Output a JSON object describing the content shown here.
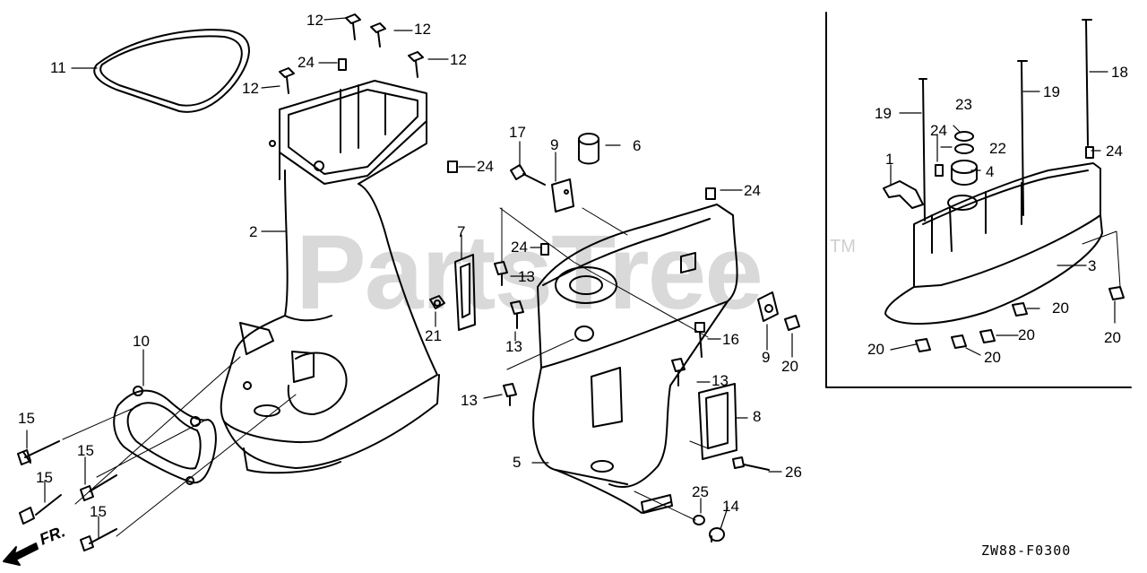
{
  "watermark": {
    "text": "PartsTree",
    "tm": "TM"
  },
  "drawing_number": "ZW88-F0300",
  "front_marker": "FR.",
  "callouts": [
    {
      "id": "c11",
      "text": "11"
    },
    {
      "id": "c12a",
      "text": "12"
    },
    {
      "id": "c12b",
      "text": "12"
    },
    {
      "id": "c12c",
      "text": "12"
    },
    {
      "id": "c12d",
      "text": "12"
    },
    {
      "id": "c24a",
      "text": "24"
    },
    {
      "id": "c24b",
      "text": "24"
    },
    {
      "id": "c2",
      "text": "2"
    },
    {
      "id": "c10",
      "text": "10"
    },
    {
      "id": "c15a",
      "text": "15"
    },
    {
      "id": "c15b",
      "text": "15"
    },
    {
      "id": "c15c",
      "text": "15"
    },
    {
      "id": "c15d",
      "text": "15"
    },
    {
      "id": "c17",
      "text": "17"
    },
    {
      "id": "c9a",
      "text": "9"
    },
    {
      "id": "c6",
      "text": "6"
    },
    {
      "id": "c24c",
      "text": "24"
    },
    {
      "id": "c7",
      "text": "7"
    },
    {
      "id": "c24d",
      "text": "24"
    },
    {
      "id": "c13a",
      "text": "13"
    },
    {
      "id": "c13b",
      "text": "13"
    },
    {
      "id": "c21",
      "text": "21"
    },
    {
      "id": "c13c",
      "text": "13"
    },
    {
      "id": "c13d",
      "text": "13"
    },
    {
      "id": "c16",
      "text": "16"
    },
    {
      "id": "c9b",
      "text": "9"
    },
    {
      "id": "c20a",
      "text": "20"
    },
    {
      "id": "c8",
      "text": "8"
    },
    {
      "id": "c5",
      "text": "5"
    },
    {
      "id": "c26",
      "text": "26"
    },
    {
      "id": "c25",
      "text": "25"
    },
    {
      "id": "c14",
      "text": "14"
    },
    {
      "id": "c19a",
      "text": "19"
    },
    {
      "id": "c23",
      "text": "23"
    },
    {
      "id": "c19b",
      "text": "19"
    },
    {
      "id": "c18",
      "text": "18"
    },
    {
      "id": "c24e",
      "text": "24"
    },
    {
      "id": "c22",
      "text": "22"
    },
    {
      "id": "c24f",
      "text": "24"
    },
    {
      "id": "c1",
      "text": "1"
    },
    {
      "id": "c4",
      "text": "4"
    },
    {
      "id": "c3",
      "text": "3"
    },
    {
      "id": "c20b",
      "text": "20"
    },
    {
      "id": "c20c",
      "text": "20"
    },
    {
      "id": "c20d",
      "text": "20"
    },
    {
      "id": "c20e",
      "text": "20"
    },
    {
      "id": "c20f",
      "text": "20"
    }
  ]
}
